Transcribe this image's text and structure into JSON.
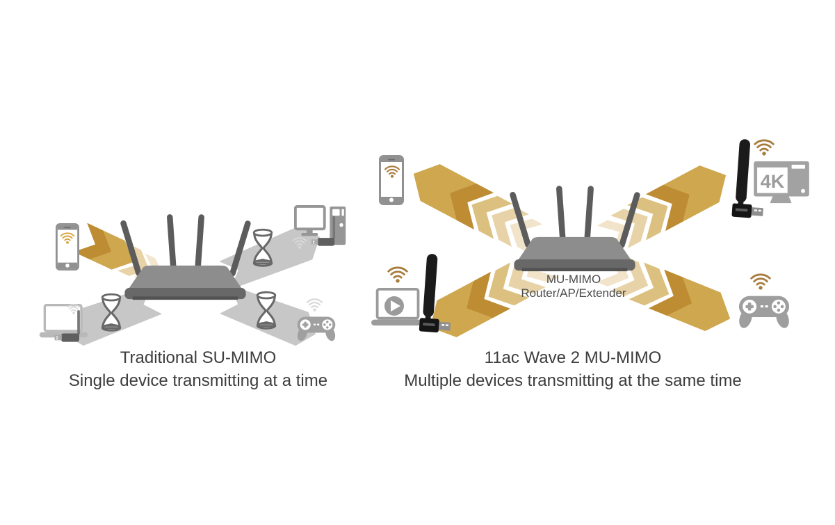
{
  "left_panel": {
    "title": "Traditional SU-MIMO",
    "subtitle": "Single device transmitting at a time",
    "devices": [
      {
        "name": "smartphone",
        "status": "transmitting"
      },
      {
        "name": "desktop-pc",
        "status": "waiting"
      },
      {
        "name": "laptop",
        "status": "waiting"
      },
      {
        "name": "game-controller",
        "status": "waiting"
      }
    ],
    "waiting_indicator": "hourglass"
  },
  "right_panel": {
    "title": "11ac Wave 2 MU-MIMO",
    "subtitle": "Multiple devices transmitting at the same time",
    "router_label": {
      "line1": "MU-MIMO",
      "line2": "Router/AP/Extender"
    },
    "tv_badge": "4K",
    "devices": [
      {
        "name": "smartphone",
        "status": "transmitting"
      },
      {
        "name": "4k-tv",
        "status": "transmitting"
      },
      {
        "name": "laptop",
        "status": "transmitting"
      },
      {
        "name": "game-controller",
        "status": "transmitting"
      }
    ]
  },
  "colors": {
    "beam_gold": "#cfa74f",
    "beam_gold_dark": "#bd8c33",
    "beam_gray": "#c7c7c7",
    "wifi_amber": "#d9a33c",
    "wifi_brown": "#a87c3e",
    "wifi_gray": "#d9d9d9",
    "router_top": "#8d8d8d",
    "router_front": "#686868",
    "device_gray": "#9b9b9b",
    "device_gray_light": "#b9b9b9",
    "adapter_black": "#1b1b1b",
    "caption_text": "#3d3d3d"
  }
}
